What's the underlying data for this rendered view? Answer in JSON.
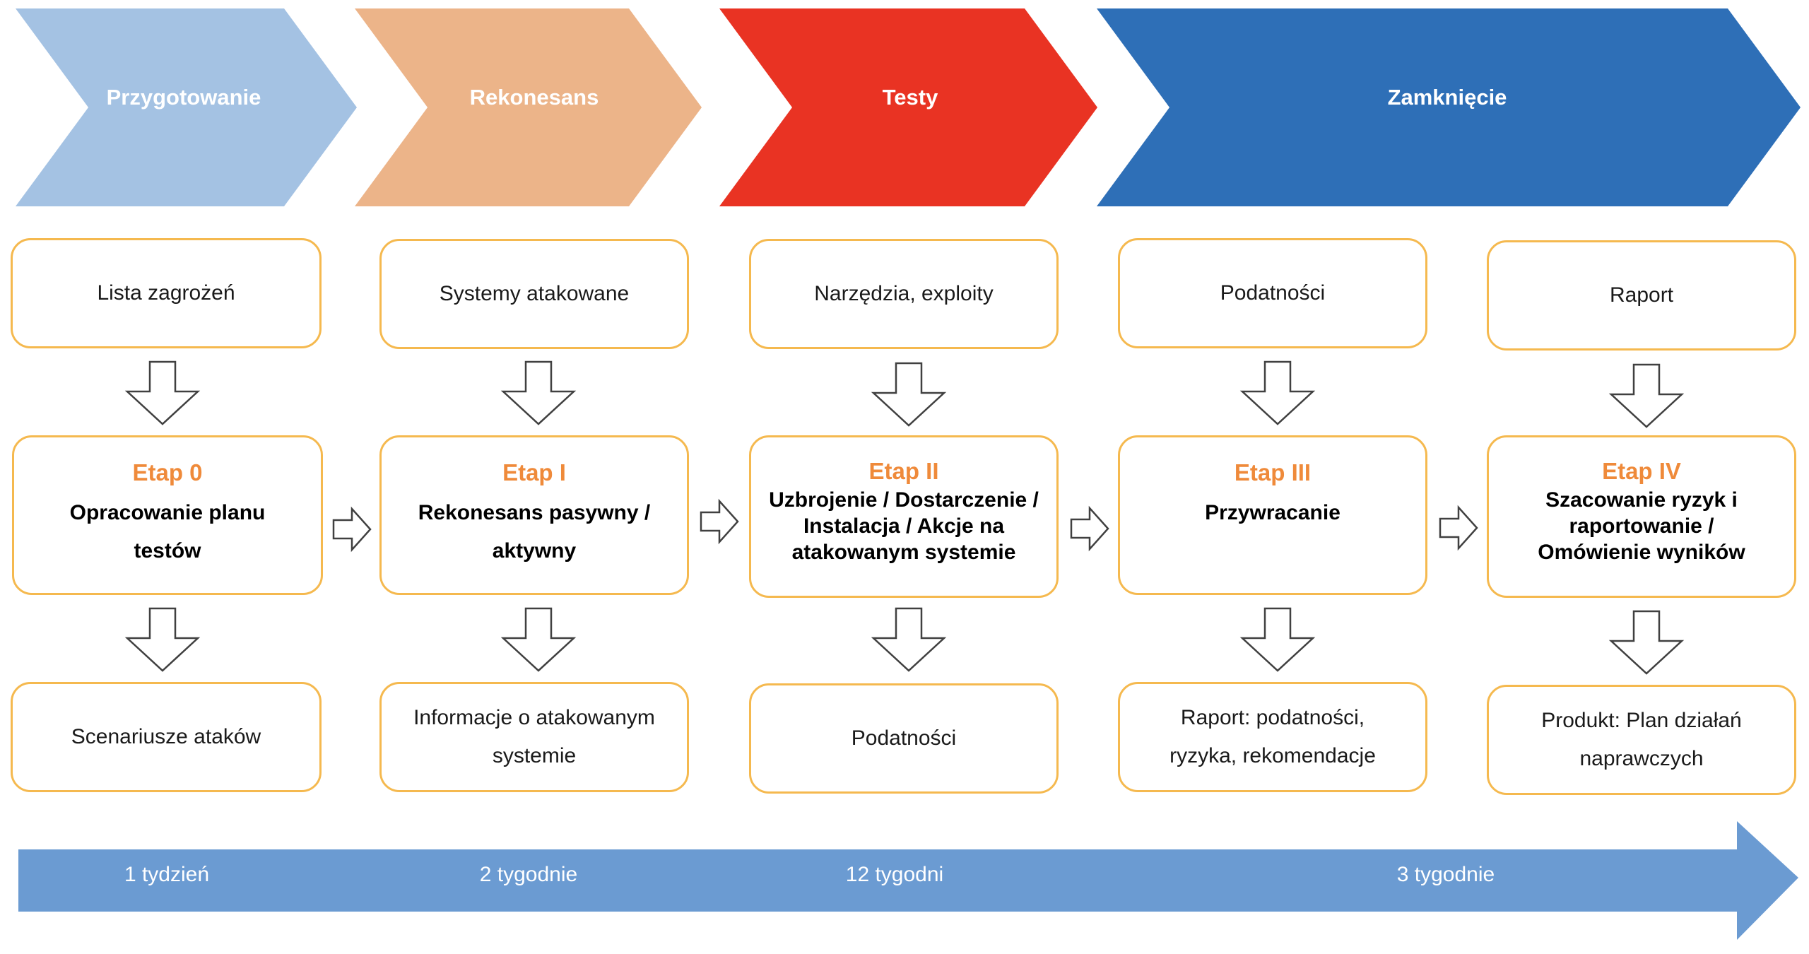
{
  "phases": [
    {
      "label": "Przygotowanie",
      "color": "#a4c2e3"
    },
    {
      "label": "Rekonesans",
      "color": "#ecb489"
    },
    {
      "label": "Testy",
      "color": "#e93323"
    },
    {
      "label": "Zamknięcie",
      "color": "#2e6fb7"
    }
  ],
  "columns": [
    {
      "input": "Lista zagrożeń",
      "stage_title": "Etap 0",
      "stage_desc": "Opracowanie planu testów",
      "output": "Scenariusze ataków"
    },
    {
      "input": "Systemy atakowane",
      "stage_title": "Etap I",
      "stage_desc": "Rekonesans pasywny / aktywny",
      "output": "Informacje o atakowanym systemie"
    },
    {
      "input": "Narzędzia, exploity",
      "stage_title": "Etap II",
      "stage_desc": "Uzbrojenie / Dostarczenie / Instalacja / Akcje na atakowanym systemie",
      "output": "Podatności"
    },
    {
      "input": "Podatności",
      "stage_title": "Etap III",
      "stage_desc": "Przywracanie",
      "output": "Raport: podatności, ryzyka, rekomendacje"
    },
    {
      "input": "Raport",
      "stage_title": "Etap IV",
      "stage_desc": "Szacowanie ryzyk i raportowanie / Omówienie wyników",
      "output": "Produkt: Plan działań naprawczych"
    }
  ],
  "timeline": {
    "color": "#6b9bd2",
    "labels": [
      "1 tydzień",
      "2 tygodnie",
      "12 tygodni",
      "3 tygodnie"
    ]
  },
  "colors": {
    "box_border": "#f5b94f",
    "stage_title": "#ef8a3a"
  }
}
